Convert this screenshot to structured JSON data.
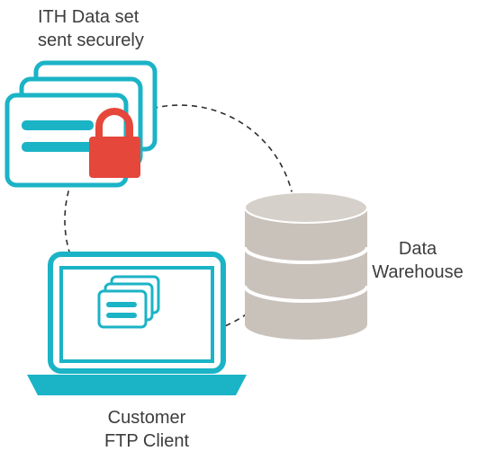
{
  "labels": {
    "ith_data": {
      "line1": "ITH Data set",
      "line2": "sent securely"
    },
    "data_warehouse": {
      "line1": "Data",
      "line2": "Warehouse"
    },
    "customer_ftp": {
      "line1": "Customer",
      "line2": "FTP Client"
    }
  },
  "colors": {
    "accent": "#1bb3c6",
    "lock": "#e5473a",
    "cylinder": "#c9c2bb",
    "cylinder_top": "#d6d0ca",
    "connector": "#2e2e2e",
    "text": "#3d3d3d"
  },
  "icons": {
    "documents": "document-stack-icon",
    "lock": "padlock-icon",
    "database": "database-cylinder-icon",
    "laptop": "laptop-icon"
  }
}
